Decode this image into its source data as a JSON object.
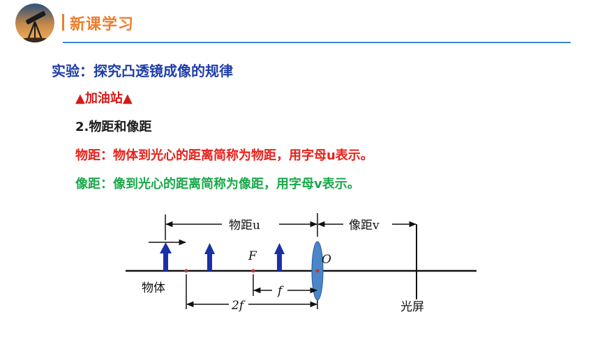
{
  "header": {
    "title": "新课学习",
    "logo_icon": "telescope-icon"
  },
  "content": {
    "title": "实验：探究凸透镜成像的规律",
    "station": "▲加油站▲",
    "subtitle": "2.物距和像距",
    "object_distance_def": "物距：物体到光心的距离简称为物距，用字母u表示。",
    "image_distance_def": "像距：像到光心的距离简称为像距，用字母v表示。"
  },
  "diagram": {
    "object_distance_label": "物距u",
    "image_distance_label": "像距v",
    "focus_label": "F",
    "optical_center_label": "O",
    "focal_length_label": "f",
    "double_focal_label": "2f",
    "object_label": "物体",
    "screen_label": "光屏"
  },
  "colors": {
    "accent": "#ef7d2c",
    "rule": "#3a86d4",
    "title": "#1f3ea8",
    "red": "#e8201a",
    "green": "#1aa84a",
    "arrow_blue": "#1b2fa8",
    "lens_blue": "#4a86c8"
  }
}
